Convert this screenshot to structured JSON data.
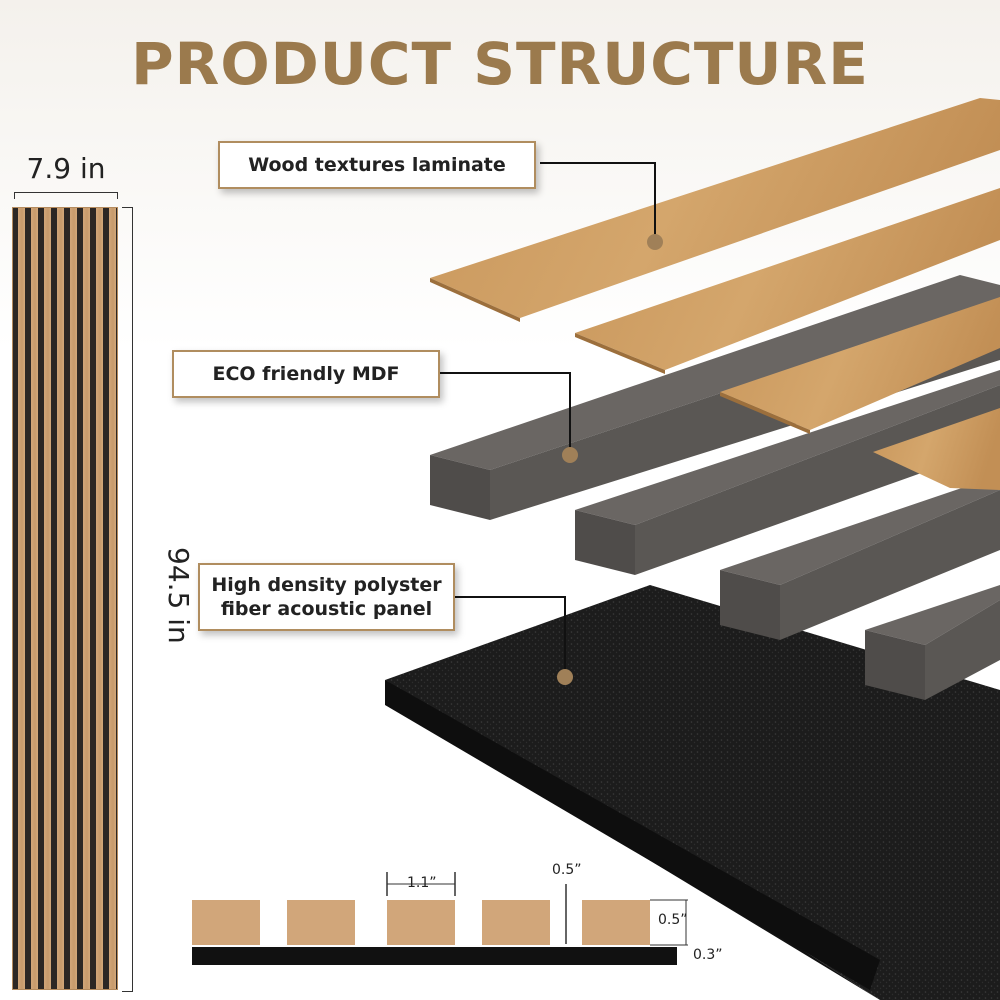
{
  "title": "PRODUCT STRUCTURE",
  "dimensions": {
    "width": "7.9 in",
    "height": "94.5 in"
  },
  "layers": [
    {
      "label": "Wood textures laminate"
    },
    {
      "label": "ECO friendly MDF"
    },
    {
      "label": "High density polyster\nfiber acoustic panel"
    }
  ],
  "cross_section": {
    "slat_width": "1.1”",
    "gap": "0.5”",
    "slat_height": "0.5”",
    "base_thickness": "0.3”"
  },
  "colors": {
    "title": "#9b7a4d",
    "oak": "#c9985f",
    "mdf": "#5e5b58",
    "felt": "#1d1d1d",
    "accent_border": "#b08d5f"
  }
}
